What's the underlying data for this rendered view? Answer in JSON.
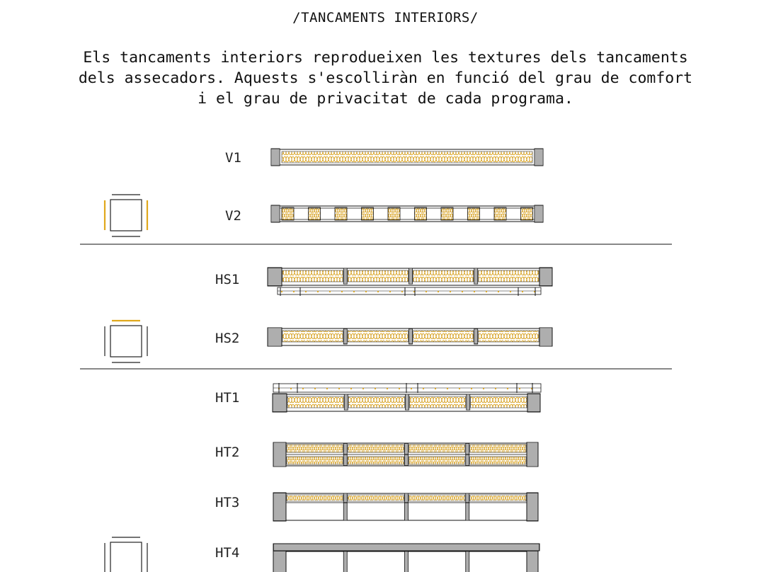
{
  "title": "/TANCAMENTS INTERIORS/",
  "description": [
    "Els tancaments interiors reprodueixen les textures dels tancaments",
    "dels assecadors. Aquests s'escolliràn en funció del grau de comfort",
    "i el grau de privacitat de cada programa."
  ],
  "colors": {
    "insulation": "#e0a81c",
    "line": "#111111",
    "hatch": "#555555"
  },
  "groups": [
    {
      "icon": "plan-square-icon-vertical-sides-highlighted",
      "rows": [
        {
          "label": "V1",
          "type": "vertical-continuous"
        },
        {
          "label": "V2",
          "type": "vertical-blocks"
        }
      ]
    },
    {
      "icon": "plan-square-icon-top-side-highlighted",
      "rows": [
        {
          "label": "HS1",
          "type": "horizontal-double-with-lower-rail"
        },
        {
          "label": "HS2",
          "type": "horizontal-single"
        }
      ]
    },
    {
      "icon": "plan-square-icon-plain",
      "rows": [
        {
          "label": "HT1",
          "type": "horizontal-with-upper-rail"
        },
        {
          "label": "HT2",
          "type": "horizontal-double-layer"
        },
        {
          "label": "HT3",
          "type": "horizontal-top-layer"
        },
        {
          "label": "HT4",
          "type": "horizontal-empty-frame"
        }
      ]
    }
  ]
}
